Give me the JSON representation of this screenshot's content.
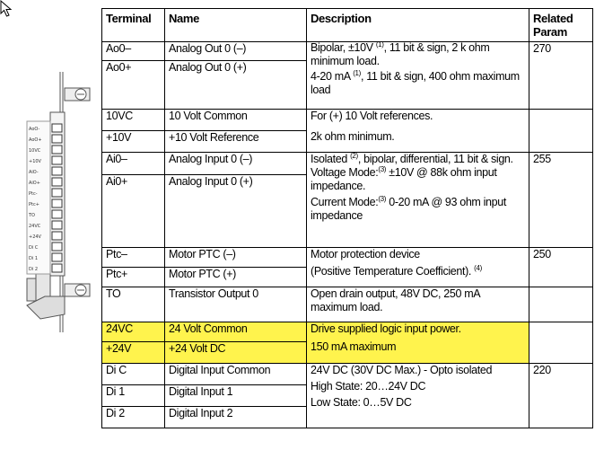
{
  "header": {
    "terminal": "Terminal",
    "name": "Name",
    "description": "Description",
    "related_line1": "Related",
    "related_line2": "Param"
  },
  "groups": [
    {
      "rows": [
        {
          "terminal": "Ao0–",
          "name": "Analog Out 0 (–)"
        },
        {
          "terminal": "Ao0+",
          "name": "Analog Out 0 (+)"
        }
      ],
      "desc1_pre": "Bipolar, ±10V ",
      "desc1_sup": "(1)",
      "desc1_post": ", 11 bit & sign, 2 k ohm minimum load.",
      "desc2_pre": "4-20 mA ",
      "desc2_sup": "(1)",
      "desc2_post": ", 11 bit & sign, 400 ohm maximum load",
      "param": "270"
    },
    {
      "rows": [
        {
          "terminal": "10VC",
          "name": "10 Volt Common"
        },
        {
          "terminal": "+10V",
          "name": "+10 Volt Reference"
        }
      ],
      "desc1": "For (+) 10 Volt references.",
      "desc2": "2k ohm minimum.",
      "param": ""
    },
    {
      "rows": [
        {
          "terminal": "Ai0–",
          "name": "Analog Input 0 (–)"
        },
        {
          "terminal": "Ai0+",
          "name": "Analog Input 0 (+)"
        }
      ],
      "desc1_pre": "Isolated ",
      "desc1_sup": "(2)",
      "desc1_post": ", bipolar, differential, 11 bit & sign.",
      "desc2_pre": "Voltage Mode:",
      "desc2_sup": "(3)",
      "desc2_post": " ±10V @ 88k ohm input impedance.",
      "desc3_pre": "Current Mode:",
      "desc3_sup": "(3)",
      "desc3_post": " 0-20 mA @ 93 ohm input impedance",
      "param": "255"
    },
    {
      "rows": [
        {
          "terminal": "Ptc–",
          "name": "Motor PTC (–)"
        },
        {
          "terminal": "Ptc+",
          "name": "Motor PTC (+)"
        }
      ],
      "desc1": "Motor protection device",
      "desc2_pre": "(Positive Temperature Coefficient). ",
      "desc2_sup": "(4)",
      "param": "250"
    },
    {
      "rows": [
        {
          "terminal": "TO",
          "name": "Transistor Output 0"
        }
      ],
      "desc1": "Open drain output, 48V DC, 250 mA maximum load.",
      "param": ""
    },
    {
      "rows": [
        {
          "terminal": "24VC",
          "name": "24 Volt Common"
        },
        {
          "terminal": "+24V",
          "name": "+24 Volt DC"
        }
      ],
      "desc1": "Drive supplied logic input power.",
      "desc2": "150 mA maximum",
      "param": "",
      "highlight_color": "#fff34d"
    },
    {
      "rows": [
        {
          "terminal": "Di C",
          "name": "Digital Input Common"
        },
        {
          "terminal": "Di 1",
          "name": "Digital Input 1"
        },
        {
          "terminal": "Di 2",
          "name": "Digital Input 2"
        }
      ],
      "desc1": "24V DC (30V DC Max.) - Opto isolated",
      "desc2": "High State: 20…24V DC",
      "desc3": "Low State: 0…5V DC",
      "param": "220"
    }
  ],
  "device_labels": [
    "AoO-",
    "AoO+",
    "10VC",
    "+10V",
    "AiO-",
    "AiO+",
    "Ptc-",
    "Ptc+",
    "TO",
    "24VC",
    "+24V",
    "Di C",
    "Di 1",
    "Di 2"
  ]
}
